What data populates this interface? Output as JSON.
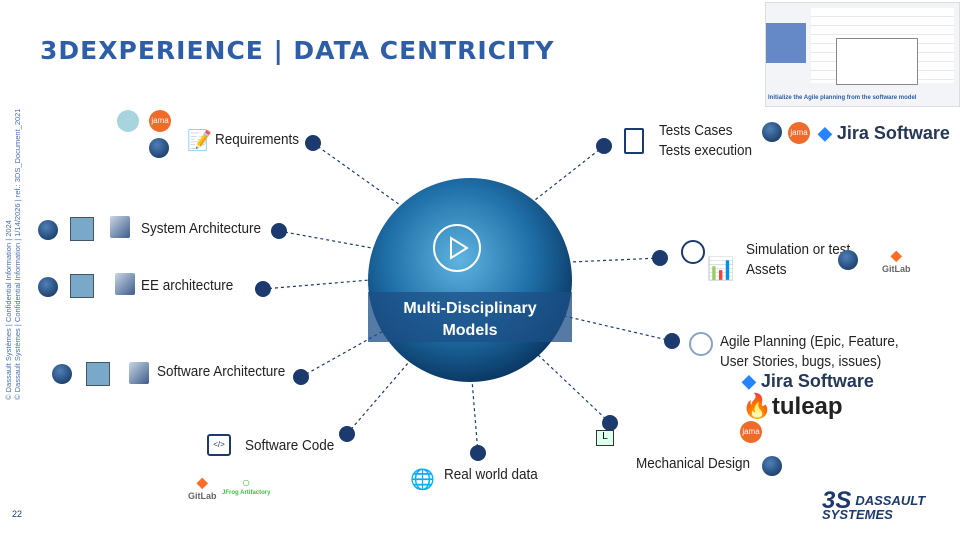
{
  "title": "3DEXPERIENCE | DATA CENTRICITY",
  "center": {
    "label_line1": "Multi-Disciplinary",
    "label_line2": "Models"
  },
  "nodes": {
    "requirements": "Requirements",
    "tests_line1": "Tests Cases",
    "tests_line2": "Tests execution",
    "system_arch": "System Architecture",
    "ee_arch": "EE architecture",
    "simulation_line1": "Simulation or test",
    "simulation_line2": "Assets",
    "agile_line1": "Agile Planning (Epic, Feature,",
    "agile_line2": "User Stories, bugs, issues)",
    "software_arch": "Software Architecture",
    "software_code": "Software Code",
    "real_world": "Real world data",
    "mechanical": "Mechanical Design"
  },
  "brands": {
    "jama": "jama",
    "jira": "Jira Software",
    "gitlab": "GitLab",
    "jfrog": "JFrog Artifactory",
    "tuleap": "tuleap",
    "dassault_line1": "DASSAULT",
    "dassault_line2": "SYSTEMES"
  },
  "thumbnail_caption": "Initialize the Agile planning from the software model",
  "footer": {
    "copyright_1": "© Dassault Systèmes | Confidential Information | 2024",
    "copyright_2": "© Dassault Systèmes | Confidential Information | 1/14/2026 | ref.: 3DS_Document_2021",
    "page": "22"
  },
  "colors": {
    "title": "#2f5ea8",
    "node": "#1c3a6e",
    "sphere": "#1f6fa8"
  }
}
